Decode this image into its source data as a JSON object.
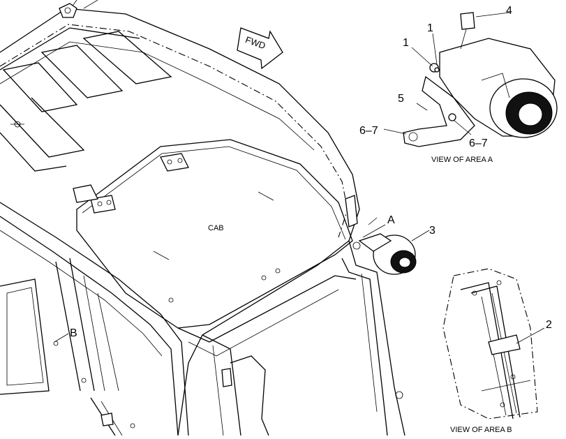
{
  "diagram": {
    "fwd_label": "FWD",
    "cab_label": "CAB",
    "area_a_letter": "A",
    "area_b_letter": "B",
    "view_a_caption": "VIEW OF AREA A",
    "view_b_caption": "VIEW OF AREA B",
    "callouts": {
      "c1a": "1",
      "c1b": "1",
      "c2": "2",
      "c3": "3",
      "c4": "4",
      "c5": "5",
      "c67a": "6–7",
      "c67b": "6–7"
    }
  }
}
